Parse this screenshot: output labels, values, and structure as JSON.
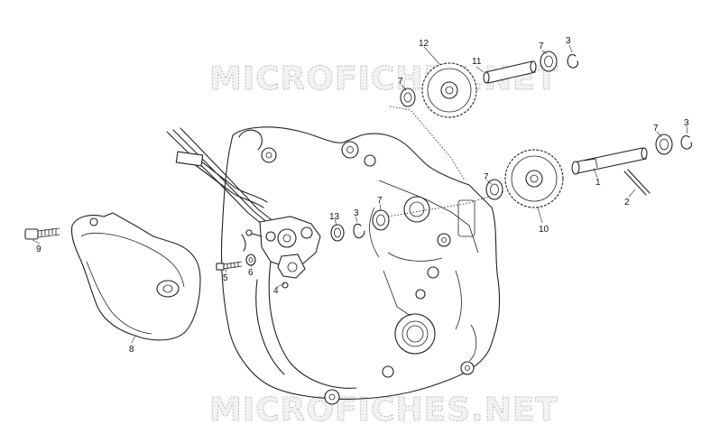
{
  "watermarks": {
    "top": "MICROFICHES.NET",
    "bottom": "MICROFICHES.NET"
  },
  "callouts": {
    "c1": "1",
    "c2": "2",
    "c3_top": "3",
    "c3_right": "3",
    "c3_mid": "3",
    "c4": "4",
    "c5": "5",
    "c6": "6",
    "c7_top": "7",
    "c7_topleft": "7",
    "c7_right": "7",
    "c7_mid": "7",
    "c7_center": "7",
    "c8": "8",
    "c9": "9",
    "c10": "10",
    "c11": "11",
    "c12": "12",
    "c13": "13"
  }
}
